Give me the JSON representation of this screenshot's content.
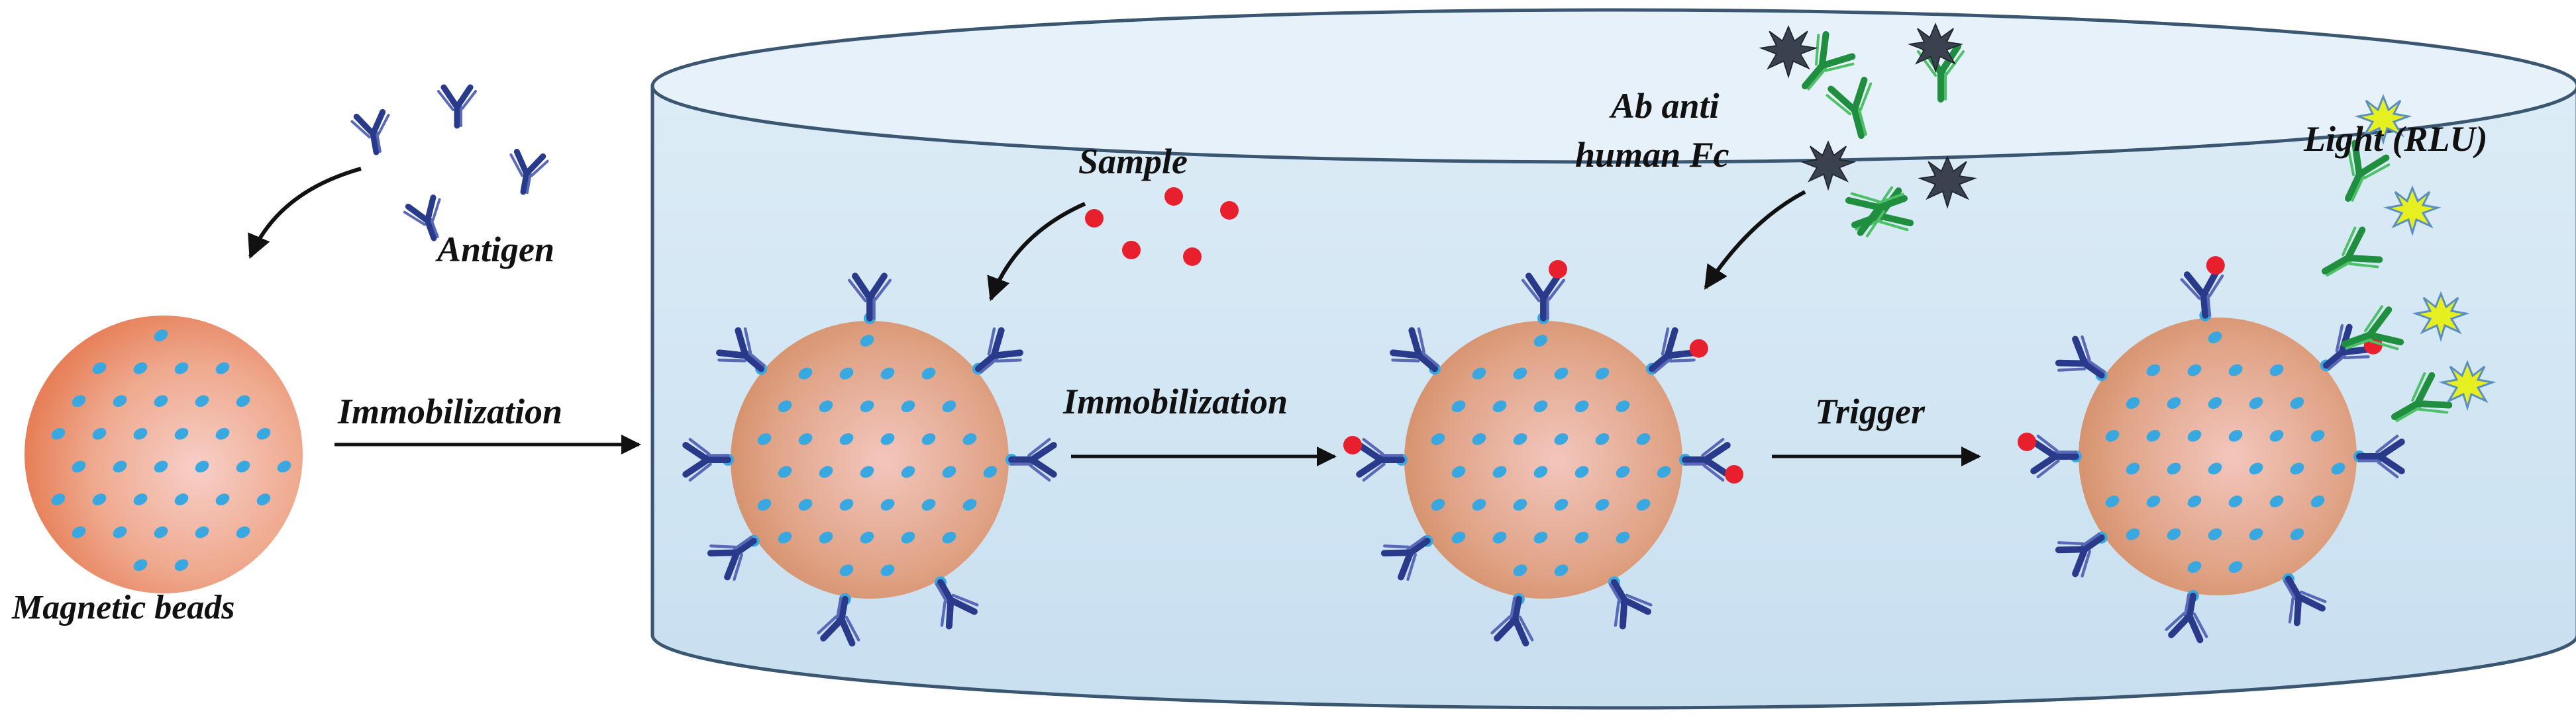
{
  "labels": {
    "antigen": "Antigen",
    "magnetic_beads": "Magnetic beads",
    "immobilization_1": "Immobilization",
    "sample": "Sample",
    "immobilization_2": "Immobilization",
    "ab_anti_line1": "Ab anti",
    "ab_anti_line2": "human Fc",
    "trigger": "Trigger",
    "light": "Light (RLU)"
  },
  "colors": {
    "bead_orange": "#e8764a",
    "bead_light": "#f4c3b8",
    "dot_blue": "#3aa8e0",
    "antibody_navy": "#2a3a8a",
    "antibody_green": "#22a04a",
    "antigen_red": "#e8202e",
    "container_fill": "#cfe4f2",
    "container_stroke": "#3b5670",
    "star_dark": "#3a4250",
    "star_yellow": "#e6f020"
  }
}
